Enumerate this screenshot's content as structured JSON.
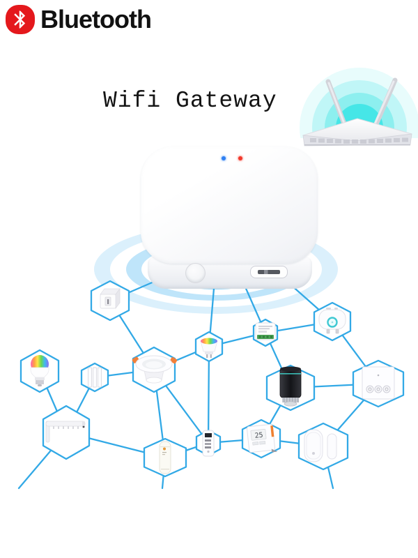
{
  "branding": {
    "bluetooth_label": "Bluetooth"
  },
  "title": {
    "text": "Wifi Gateway"
  },
  "gateway": {
    "name": "wifi-gateway-hub",
    "status_leds": [
      {
        "name": "blue-led",
        "color": "#2f80f2"
      },
      {
        "name": "red-led",
        "color": "#f2392c"
      }
    ],
    "controls": [
      "pairing-button",
      "micro-usb-port"
    ]
  },
  "router": {
    "name": "wifi-router",
    "wave_colors": [
      "#e8fcfc",
      "#c0f6f7",
      "#8defef",
      "#46e6e7"
    ]
  },
  "mesh": {
    "line_color": "#32a9e6",
    "ripple_colors": [
      "#dbf0fc",
      "#bfe5fa",
      "#96d6f7"
    ],
    "devices": [
      "fingerbot-cube",
      "rgb-bulb",
      "vertical-blinds",
      "recessed-downlight",
      "gu10-spotlight",
      "relay-module",
      "smart-plug",
      "radiator-valve",
      "touch-wall-switch",
      "curtain-rail",
      "sensor-stick",
      "remote-control",
      "thermostat",
      "door-window-sensor"
    ],
    "thermostat_display": "25"
  }
}
